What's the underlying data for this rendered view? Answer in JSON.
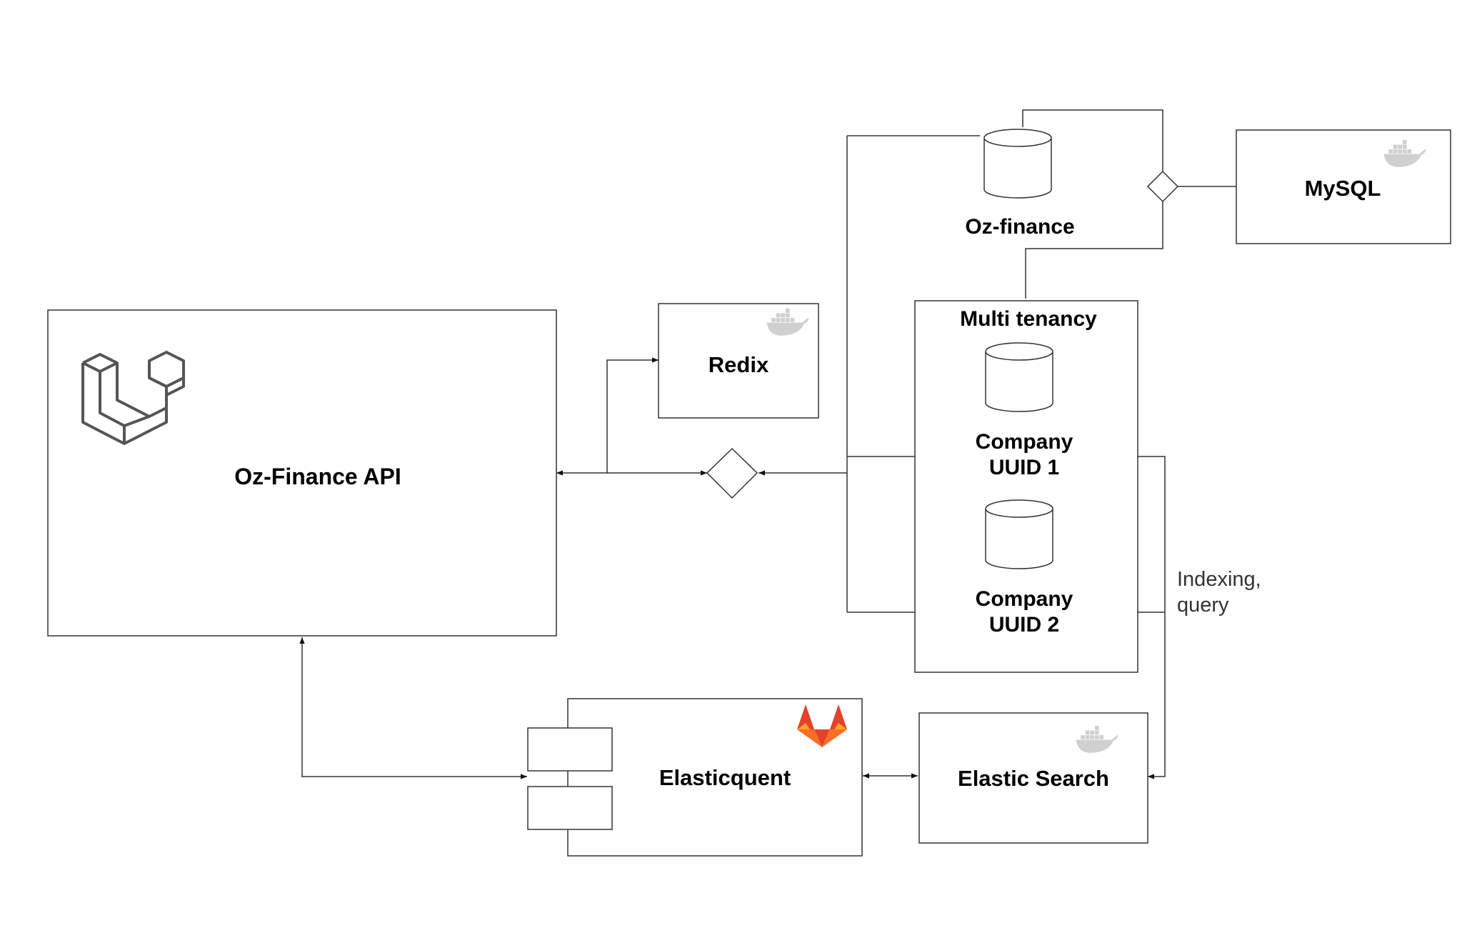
{
  "diagram": {
    "api_label": "Oz-Finance API",
    "redis_label": "Redix",
    "mysql_label": "MySQL",
    "db_label": "Oz-finance",
    "tenancy_label": "Multi tenancy",
    "company1_line1": "Company",
    "company1_line2": "UUID 1",
    "company2_line1": "Company",
    "company2_line2": "UUID 2",
    "elasticquent_label": "Elasticquent",
    "elastic_label": "Elastic Search",
    "indexing_line1": "Indexing,",
    "indexing_line2": "query"
  },
  "icons": {
    "api": "laravel-icon",
    "redis": "docker-icon",
    "mysql": "docker-icon",
    "elastic": "docker-icon",
    "elasticquent": "gitlab-icon"
  },
  "colors": {
    "stroke": "#333333",
    "docker": "#d0d0d0",
    "laravel": "#555555",
    "gitlab_orange": "#e24329",
    "gitlab_light": "#fca326",
    "gitlab_mid": "#fc6d26"
  }
}
